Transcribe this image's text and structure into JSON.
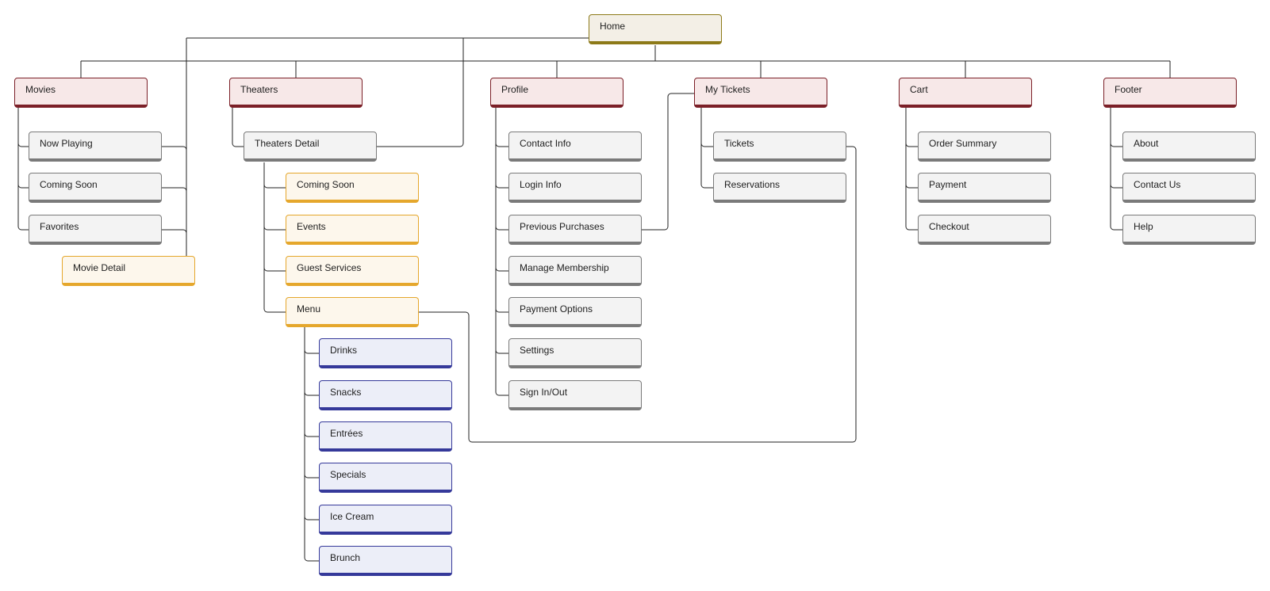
{
  "colors": {
    "home_fill": "#f3efe6",
    "home_border": "#8d7a18",
    "section_fill": "#f7e8e8",
    "section_border": "#7b1f27",
    "page_fill": "#f3f3f3",
    "page_border": "#7a7a7a",
    "theater_page_fill": "#fdf7ec",
    "theater_page_border": "#e5a72c",
    "menu_item_fill": "#eceef8",
    "menu_item_border": "#35399a",
    "connector": "#222222"
  },
  "home": {
    "label": "Home"
  },
  "movies": {
    "label": "Movies",
    "children": [
      "Now Playing",
      "Coming Soon",
      "Favorites"
    ],
    "detail": "Movie Detail"
  },
  "theaters": {
    "label": "Theaters",
    "detail": "Theaters Detail",
    "detail_children": [
      "Coming Soon",
      "Events",
      "Guest Services",
      "Menu"
    ],
    "menu_items": [
      "Drinks",
      "Snacks",
      "Entrées",
      "Specials",
      "Ice Cream",
      "Brunch"
    ]
  },
  "profile": {
    "label": "Profile",
    "children": [
      "Contact Info",
      "Login Info",
      "Previous Purchases",
      "Manage Membership",
      "Payment Options",
      "Settings",
      "Sign In/Out"
    ]
  },
  "my_tickets": {
    "label": "My Tickets",
    "children": [
      "Tickets",
      "Reservations"
    ]
  },
  "cart": {
    "label": "Cart",
    "children": [
      "Order Summary",
      "Payment",
      "Checkout"
    ]
  },
  "footer": {
    "label": "Footer",
    "children": [
      "About",
      "Contact Us",
      "Help"
    ]
  }
}
